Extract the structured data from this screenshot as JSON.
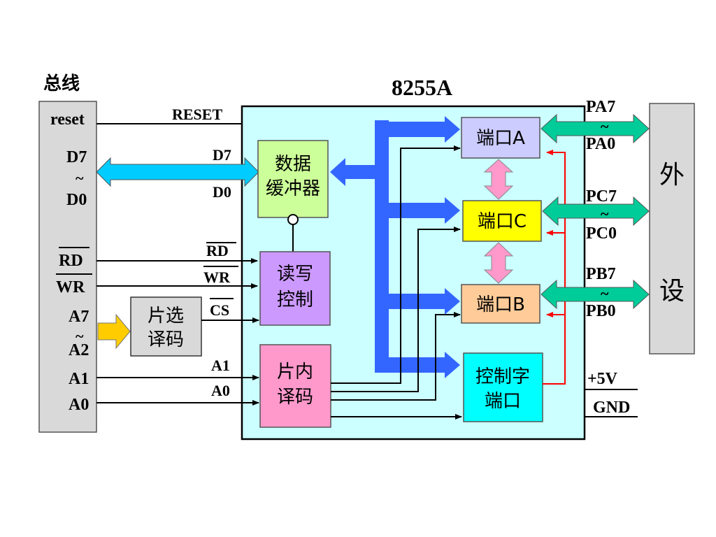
{
  "labels": {
    "bus_title": "总线",
    "chip_title": "8255A",
    "reset": "reset",
    "d7_left": "D7",
    "tilde": "~",
    "d0_left": "D0",
    "rd_left": "RD",
    "wr_left": "WR",
    "a7": "A7",
    "a2": "A2",
    "a1_left": "A1",
    "a0_left": "A0",
    "reset_pin": "RESET",
    "d7_pin": "D7",
    "d0_pin": "D0",
    "rd_pin": "RD",
    "wr_pin": "WR",
    "cs_pin": "CS",
    "a1_pin": "A1",
    "a0_pin": "A0",
    "pa7": "PA7",
    "pa0": "PA0",
    "pc7": "PC7",
    "pc0": "PC0",
    "pb7": "PB7",
    "pb0": "PB0",
    "vcc": "+5V",
    "gnd": "GND"
  },
  "blocks": {
    "chip_select_1": "片选",
    "chip_select_2": "译码",
    "data_buffer_1": "数据",
    "data_buffer_2": "缓冲器",
    "rw_control_1": "读写",
    "rw_control_2": "控制",
    "internal_decode_1": "片内",
    "internal_decode_2": "译码",
    "port_a": "端口A",
    "port_c": "端口C",
    "port_b": "端口B",
    "control_word_1": "控制字",
    "control_word_2": "端口",
    "peripheral_1": "外",
    "peripheral_2": "设"
  },
  "colors": {
    "chip_bg": "#ccffff",
    "bus_bar": "#3366ff",
    "data_arrow": "#00ccff",
    "port_arrow": "#00cc99",
    "inter_port_arrow": "#ff99cc",
    "address_arrow": "#ffcc00",
    "feedback_line": "#ff0000",
    "bus_panel": "#d9d9d9",
    "data_buffer": "#ccff99",
    "rw_control": "#cc99ff",
    "internal_decode": "#ff99cc",
    "port_a_bg": "#ccccff",
    "port_c_bg": "#ffff00",
    "port_b_bg": "#ffcc99",
    "control_word_bg": "#00ffff"
  }
}
